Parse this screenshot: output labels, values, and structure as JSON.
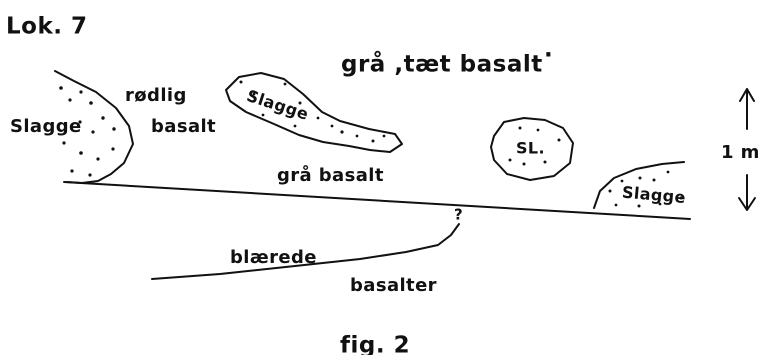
{
  "header": {
    "locality": "Lok. 7"
  },
  "labels": {
    "top_basalt": "grå ,tæt basalt",
    "top_mark": "·",
    "reddish": "rødlig",
    "basalt": "basalt",
    "slag_left": "Slagge",
    "slag_center": "Slagge",
    "gray_basalt": "grå basalt",
    "sl": "SL.",
    "slag_right": "Slagge",
    "question": "?",
    "bleeding": "blærede",
    "basalter": "basalter",
    "scale": "1 m",
    "figure": "fig. 2"
  }
}
